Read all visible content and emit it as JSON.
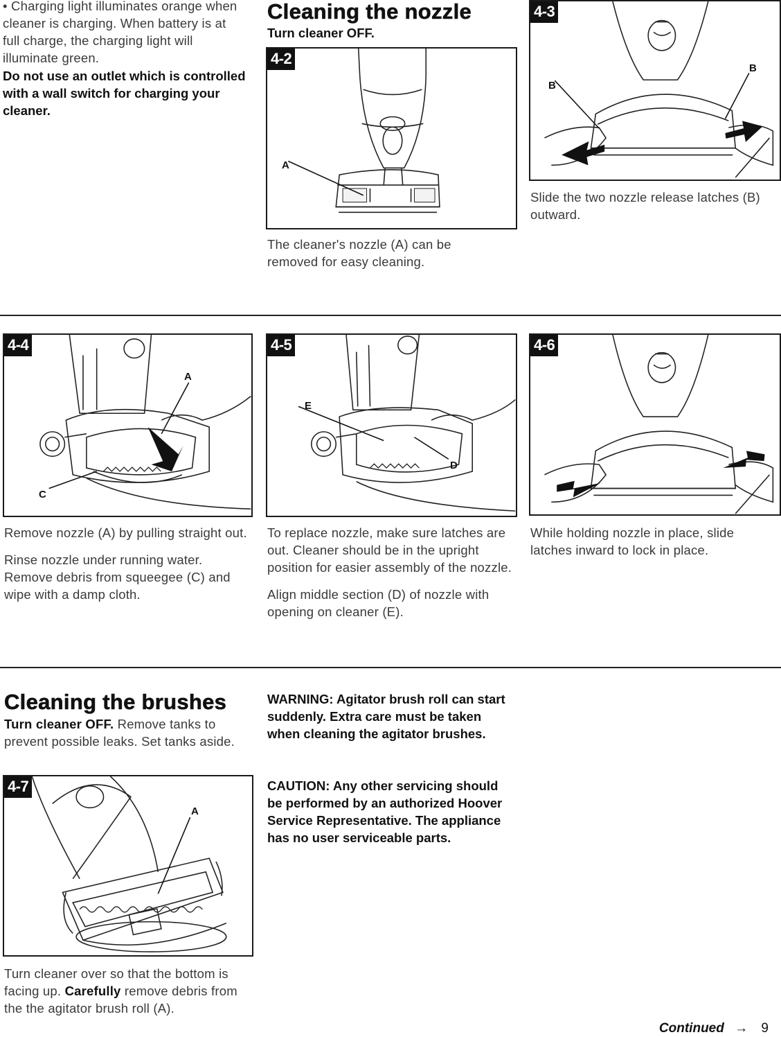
{
  "intro": {
    "bullet": "• Charging light illuminates orange when cleaner is charging. When battery is at full charge, the charging light will illuminate green.",
    "warning": "Do not use an outlet which is controlled with a wall switch for charging your cleaner."
  },
  "nozzle": {
    "title": "Cleaning the nozzle",
    "subtitle": "Turn cleaner OFF."
  },
  "figures": {
    "f42": {
      "badge": "4-2",
      "labels": [
        "A"
      ],
      "caption": "The cleaner's nozzle (A) can be removed for easy cleaning."
    },
    "f43": {
      "badge": "4-3",
      "labels": [
        "B",
        "B"
      ],
      "caption": "Slide the two nozzle release latches (B) outward."
    },
    "f44": {
      "badge": "4-4",
      "labels": [
        "A",
        "C"
      ],
      "caption1": "Remove nozzle (A) by pulling straight out.",
      "caption2": "Rinse nozzle under running water. Remove debris from squeegee (C) and wipe with a damp cloth."
    },
    "f45": {
      "badge": "4-5",
      "labels": [
        "E",
        "D"
      ],
      "caption1": "To replace nozzle, make sure latches are out. Cleaner should be in the upright position for easier assembly of the nozzle.",
      "caption2": "Align middle section (D) of nozzle with opening on cleaner (E)."
    },
    "f46": {
      "badge": "4-6",
      "caption": "While holding nozzle in place, slide latches inward to lock in place."
    },
    "f47": {
      "badge": "4-7",
      "labels": [
        "A"
      ]
    }
  },
  "brushes": {
    "title": "Cleaning the brushes",
    "lead_bold": "Turn cleaner OFF.",
    "lead_rest": " Remove tanks to prevent possible leaks. Set tanks aside.",
    "caption_pre": "Turn cleaner over so that the bottom is facing up. ",
    "caption_bold": "Carefully",
    "caption_post": " remove debris from the the agitator brush roll (A).",
    "warning": "WARNING: Agitator brush roll can start suddenly. Extra care must be taken when cleaning the agitator brushes.",
    "caution": "CAUTION: Any other servicing should be performed by an authorized Hoover Service Representative. The appliance has no user serviceable parts."
  },
  "footer": {
    "continued": "Continued",
    "arrow": "→",
    "page": "9"
  }
}
